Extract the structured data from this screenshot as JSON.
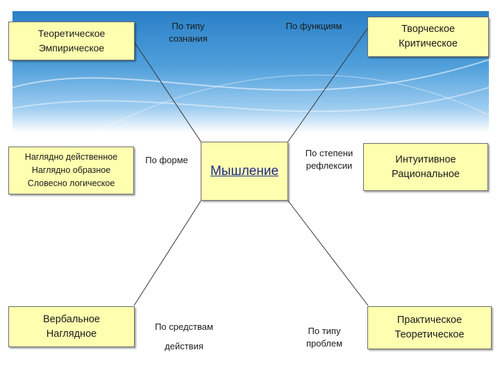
{
  "center": "Мышление",
  "boxes": {
    "top_left": [
      "Теоретическое",
      "Эмпирическое"
    ],
    "mid_left": [
      "Наглядно действенное",
      "Наглядно образное",
      "Словесно логическое"
    ],
    "bottom_left": [
      "Вербальное",
      "Наглядное"
    ],
    "top_right": [
      "Творческое",
      "Критическое"
    ],
    "mid_right": [
      "Интуитивное",
      "Рациональное"
    ],
    "bottom_right": [
      "Практическое",
      "Теоретическое"
    ]
  },
  "labels": {
    "by_consciousness": [
      "По типу",
      "сознания"
    ],
    "by_function": "По функциям",
    "by_form": "По форме",
    "by_reflection": [
      "По степени",
      "рефлексии"
    ],
    "by_means": [
      "По средствам",
      "действия"
    ],
    "by_problems": [
      "По типу",
      "проблем"
    ]
  },
  "colors": {
    "box_fill": "#ffffb0",
    "center_text": "#1b2a8a",
    "header_band": "#3d8fd4"
  }
}
